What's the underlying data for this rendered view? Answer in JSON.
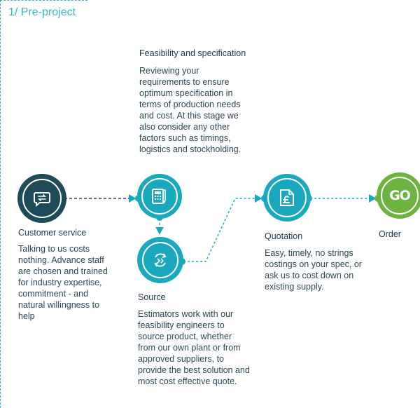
{
  "section": {
    "title": "1/ Pre-project"
  },
  "stages": {
    "customer_service": {
      "title": "Customer service",
      "description": "Talking to us costs nothing. Advance staff are chosen and trained for industry expertise, commitment - and natural willingness to help",
      "icon": "chat-bubble-icon"
    },
    "feasibility": {
      "title": "Feasibility and specification",
      "description": "Reviewing your requirements to ensure optimum specification in terms of production needs and cost. At this stage we also consider any other factors such as timings, logistics and stockholding.",
      "icon": "calculator-pen-icon"
    },
    "source": {
      "title": "Source",
      "description": "Estimators work with our feasibility engineers to source product, whether from our own plant or from approved suppliers, to provide the best solution and most cost effective quote.",
      "icon": "recycle-arrows-icon"
    },
    "quotation": {
      "title": "Quotation",
      "description": "Easy, timely, no strings costings on your spec, or ask us to cost down on existing supply.",
      "icon": "document-pound-icon"
    },
    "order": {
      "title": "Order",
      "icon_text": "GO"
    }
  },
  "colors": {
    "dark_teal": "#1f4a57",
    "teal": "#1aa8bf",
    "green": "#6cb33f",
    "accent": "#34b6c6"
  }
}
